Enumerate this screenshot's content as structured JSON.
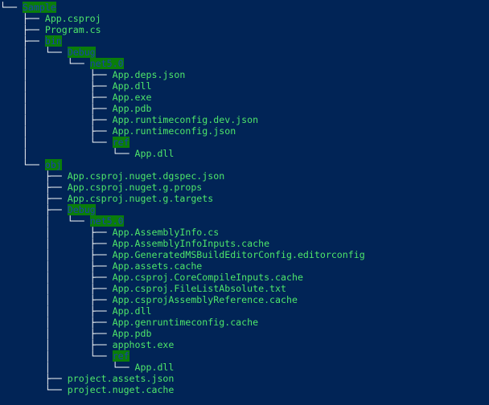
{
  "tree": [
    {
      "d": 0,
      "g": "",
      "c": "└── ",
      "name": "Sample",
      "dir": true
    },
    {
      "d": 1,
      "g": "    ",
      "c": "├── ",
      "name": "App.csproj",
      "dir": false
    },
    {
      "d": 1,
      "g": "    ",
      "c": "├── ",
      "name": "Program.cs",
      "dir": false
    },
    {
      "d": 1,
      "g": "    ",
      "c": "├── ",
      "name": "bin",
      "dir": true
    },
    {
      "d": 2,
      "g": "    │   ",
      "c": "└── ",
      "name": "Debug",
      "dir": true
    },
    {
      "d": 3,
      "g": "    │       ",
      "c": "└── ",
      "name": "net5.0",
      "dir": true
    },
    {
      "d": 4,
      "g": "    │           ",
      "c": "├── ",
      "name": "App.deps.json",
      "dir": false
    },
    {
      "d": 4,
      "g": "    │           ",
      "c": "├── ",
      "name": "App.dll",
      "dir": false
    },
    {
      "d": 4,
      "g": "    │           ",
      "c": "├── ",
      "name": "App.exe",
      "dir": false
    },
    {
      "d": 4,
      "g": "    │           ",
      "c": "├── ",
      "name": "App.pdb",
      "dir": false
    },
    {
      "d": 4,
      "g": "    │           ",
      "c": "├── ",
      "name": "App.runtimeconfig.dev.json",
      "dir": false
    },
    {
      "d": 4,
      "g": "    │           ",
      "c": "├── ",
      "name": "App.runtimeconfig.json",
      "dir": false
    },
    {
      "d": 4,
      "g": "    │           ",
      "c": "└── ",
      "name": "ref",
      "dir": true
    },
    {
      "d": 5,
      "g": "    │               ",
      "c": "└── ",
      "name": "App.dll",
      "dir": false
    },
    {
      "d": 1,
      "g": "    ",
      "c": "└── ",
      "name": "obj",
      "dir": true
    },
    {
      "d": 2,
      "g": "        ",
      "c": "├── ",
      "name": "App.csproj.nuget.dgspec.json",
      "dir": false
    },
    {
      "d": 2,
      "g": "        ",
      "c": "├── ",
      "name": "App.csproj.nuget.g.props",
      "dir": false
    },
    {
      "d": 2,
      "g": "        ",
      "c": "├── ",
      "name": "App.csproj.nuget.g.targets",
      "dir": false
    },
    {
      "d": 2,
      "g": "        ",
      "c": "├── ",
      "name": "Debug",
      "dir": true
    },
    {
      "d": 3,
      "g": "        │   ",
      "c": "└── ",
      "name": "net5.0",
      "dir": true
    },
    {
      "d": 4,
      "g": "        │       ",
      "c": "├── ",
      "name": "App.AssemblyInfo.cs",
      "dir": false
    },
    {
      "d": 4,
      "g": "        │       ",
      "c": "├── ",
      "name": "App.AssemblyInfoInputs.cache",
      "dir": false
    },
    {
      "d": 4,
      "g": "        │       ",
      "c": "├── ",
      "name": "App.GeneratedMSBuildEditorConfig.editorconfig",
      "dir": false
    },
    {
      "d": 4,
      "g": "        │       ",
      "c": "├── ",
      "name": "App.assets.cache",
      "dir": false
    },
    {
      "d": 4,
      "g": "        │       ",
      "c": "├── ",
      "name": "App.csproj.CoreCompileInputs.cache",
      "dir": false
    },
    {
      "d": 4,
      "g": "        │       ",
      "c": "├── ",
      "name": "App.csproj.FileListAbsolute.txt",
      "dir": false
    },
    {
      "d": 4,
      "g": "        │       ",
      "c": "├── ",
      "name": "App.csprojAssemblyReference.cache",
      "dir": false
    },
    {
      "d": 4,
      "g": "        │       ",
      "c": "├── ",
      "name": "App.dll",
      "dir": false
    },
    {
      "d": 4,
      "g": "        │       ",
      "c": "├── ",
      "name": "App.genruntimeconfig.cache",
      "dir": false
    },
    {
      "d": 4,
      "g": "        │       ",
      "c": "├── ",
      "name": "App.pdb",
      "dir": false
    },
    {
      "d": 4,
      "g": "        │       ",
      "c": "├── ",
      "name": "apphost.exe",
      "dir": false
    },
    {
      "d": 4,
      "g": "        │       ",
      "c": "└── ",
      "name": "ref",
      "dir": true
    },
    {
      "d": 5,
      "g": "        │           ",
      "c": "└── ",
      "name": "App.dll",
      "dir": false
    },
    {
      "d": 2,
      "g": "        ",
      "c": "├── ",
      "name": "project.assets.json",
      "dir": false
    },
    {
      "d": 2,
      "g": "        ",
      "c": "└── ",
      "name": "project.nuget.cache",
      "dir": false
    }
  ]
}
